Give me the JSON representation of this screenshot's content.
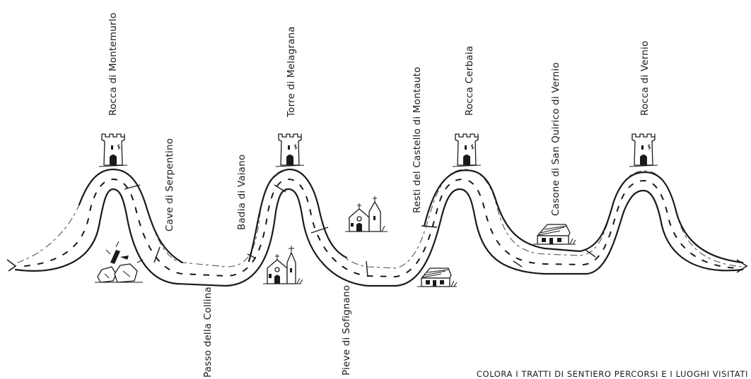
{
  "locations": [
    {
      "id": "rocca-montemurlo",
      "label": "Rocca di Montemurlo",
      "icon": "tower-icon"
    },
    {
      "id": "cave-serpentino",
      "label": "Cave di Serpentino",
      "icon": "quarry-rocks-icon"
    },
    {
      "id": "passo-collina",
      "label": "Passo della Collina"
    },
    {
      "id": "badia-vaiano",
      "label": "Badia di Vaiano",
      "icon": "church-icon"
    },
    {
      "id": "torre-melagrana",
      "label": "Torre di Melagrana",
      "icon": "tower-icon"
    },
    {
      "id": "pieve-sofignano",
      "label": "Pieve di Sofignano",
      "icon": "church-icon"
    },
    {
      "id": "resti-castello-montauto",
      "label": "Resti del Castello di Montauto",
      "icon": "house-icon"
    },
    {
      "id": "rocca-cerbaia",
      "label": "Rocca Cerbaia",
      "icon": "tower-icon"
    },
    {
      "id": "casone-san-quirico",
      "label": "Casone di San Quirico di Vernio",
      "icon": "house-icon"
    },
    {
      "id": "rocca-vernio",
      "label": "Rocca di Vernio",
      "icon": "tower-icon"
    }
  ],
  "instruction": "COLORA I TRATTI DI SENTIERO PERCORSI E I LUOGHI VISITATI",
  "colors": {
    "ink": "#1a1a1a",
    "background": "#ffffff"
  }
}
